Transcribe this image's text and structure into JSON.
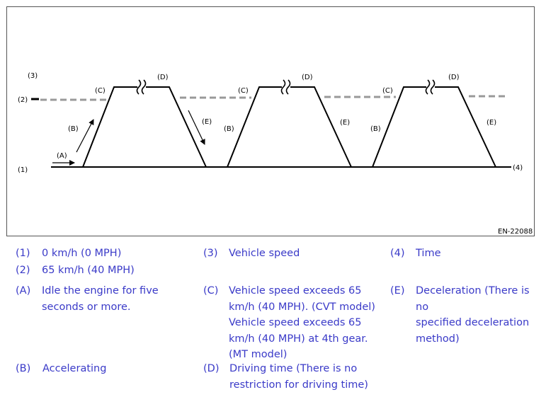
{
  "figure": {
    "code": "EN-22088",
    "left_labels": {
      "l3": "(3)",
      "l2": "(2)",
      "l1": "(1)"
    },
    "right_label": "(4)",
    "cycle1": {
      "a": "(A)",
      "b": "(B)",
      "c": "(C)",
      "d": "(D)",
      "e": "(E)"
    },
    "cycle2": {
      "b": "(B)",
      "c": "(C)",
      "d": "(D)",
      "e": "(E)"
    },
    "cycle3": {
      "b": "(B)",
      "c": "(C)",
      "d": "(D)",
      "e": "(E)"
    }
  },
  "legend": [
    {
      "key": "(1)",
      "text": "0 km/h (0 MPH)"
    },
    {
      "key": "(2)",
      "text": "65 km/h (40 MPH)"
    },
    {
      "key": "(3)",
      "text": "Vehicle speed"
    },
    {
      "key": "(4)",
      "text": "Time"
    },
    {
      "key": "(A)",
      "text": "Idle the engine for five\nseconds or more."
    },
    {
      "key": "(B)",
      "text": "Accelerating"
    },
    {
      "key": "(C)",
      "text": "Vehicle speed exceeds 65\nkm/h (40 MPH). (CVT model)\nVehicle speed exceeds 65\nkm/h (40 MPH) at 4th gear.\n(MT model)"
    },
    {
      "key": "(D)",
      "text": "Driving time (There is no\nrestriction for driving time)"
    },
    {
      "key": "(E)",
      "text": "Deceleration (There is no\nspecified deceleration\nmethod)"
    }
  ],
  "colors": {
    "legend_text": "#3a3ac8",
    "dashed_line": "#999999"
  }
}
